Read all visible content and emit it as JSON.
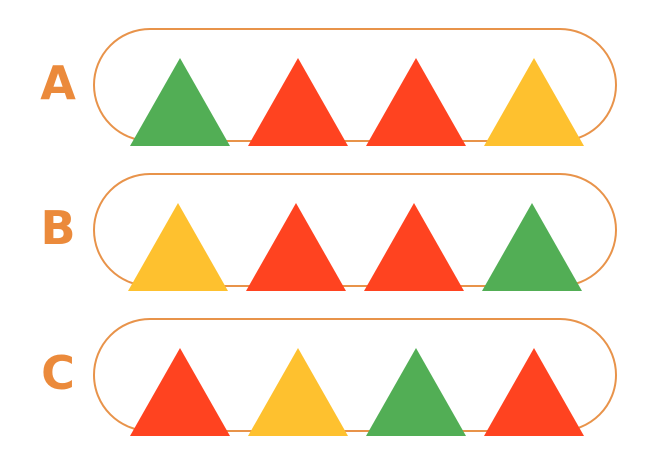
{
  "colors": {
    "label": "#EB8A3B",
    "outline": "#E8934A",
    "green": "#52AE55",
    "red": "#FF4320",
    "yellow": "#FEC12F"
  },
  "rows": [
    {
      "label": "A",
      "triangles": [
        "green",
        "red",
        "red",
        "yellow"
      ]
    },
    {
      "label": "B",
      "triangles": [
        "yellow",
        "red",
        "red",
        "green"
      ]
    },
    {
      "label": "C",
      "triangles": [
        "red",
        "yellow",
        "green",
        "red"
      ]
    }
  ]
}
